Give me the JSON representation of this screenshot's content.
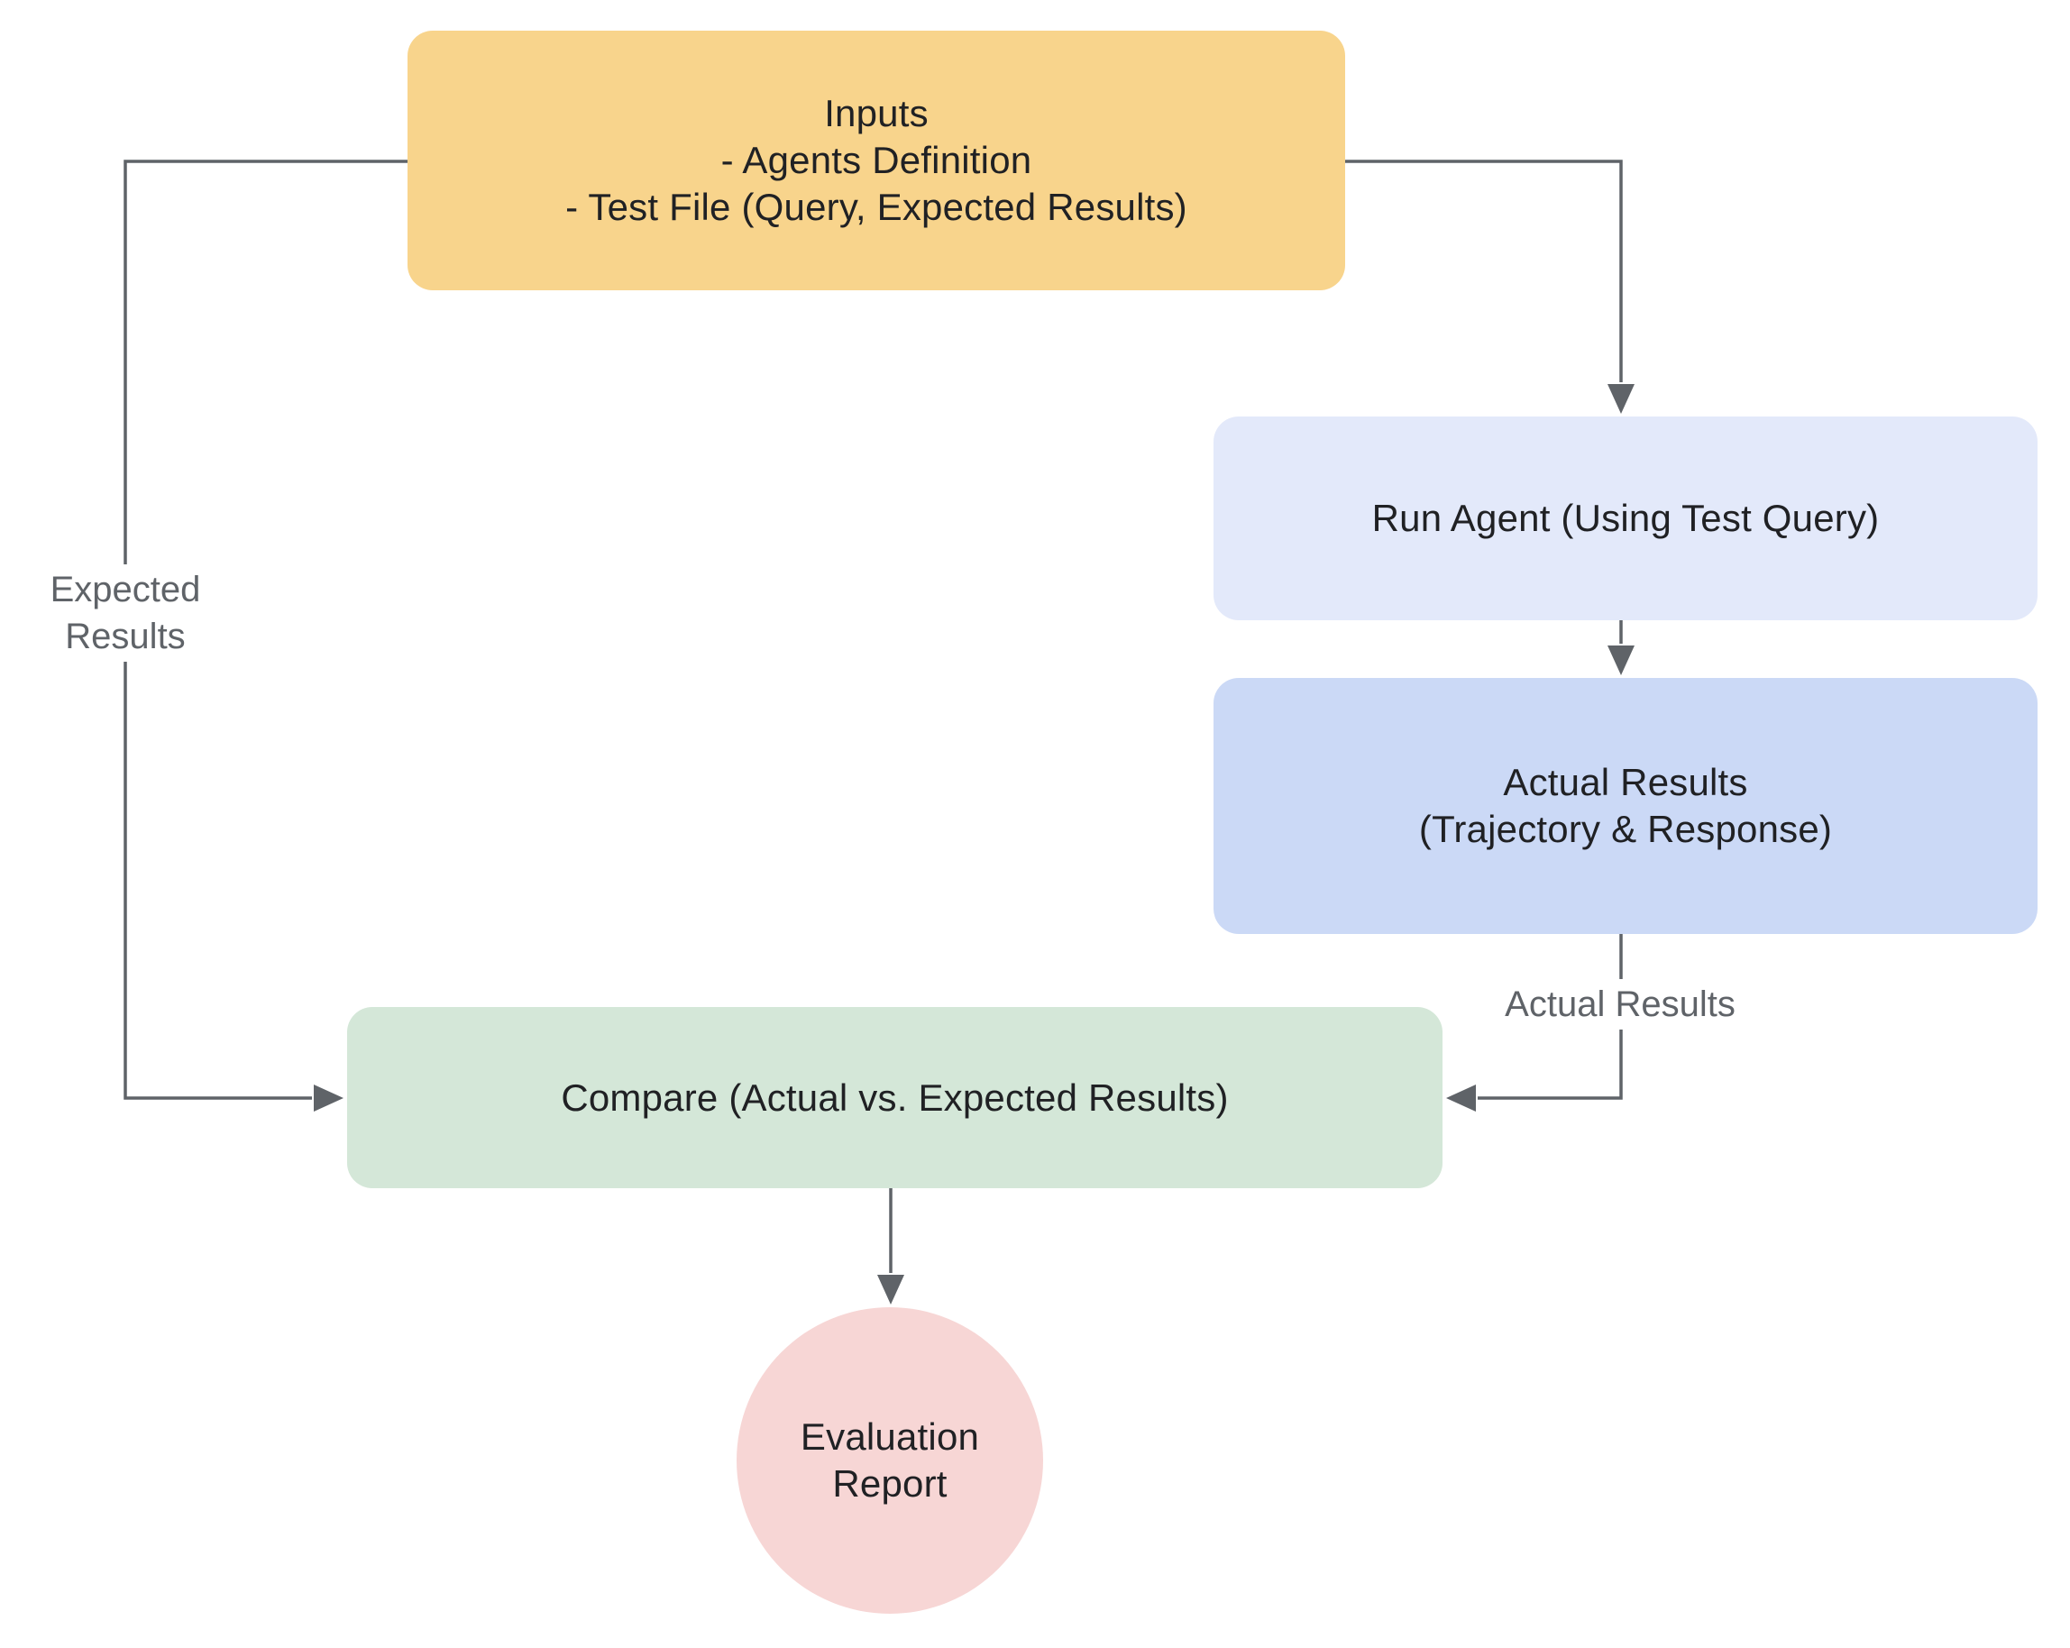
{
  "diagram": {
    "nodes": {
      "inputs": {
        "lines": [
          "Inputs",
          "- Agents Definition",
          "- Test File (Query, Expected Results)"
        ],
        "color": "#F8D48C"
      },
      "run_agent": {
        "label": "Run Agent (Using Test Query)",
        "color": "#E3E9FA"
      },
      "actual_results": {
        "lines": [
          "Actual Results",
          "(Trajectory & Response)"
        ],
        "color": "#CBD9F6"
      },
      "compare": {
        "label": "Compare (Actual vs. Expected Results)",
        "color": "#D4E7D8"
      },
      "evaluation_report": {
        "lines": [
          "Evaluation",
          "Report"
        ],
        "color": "#F7D6D5"
      }
    },
    "edge_labels": {
      "expected_results": {
        "lines": [
          "Expected",
          "Results"
        ]
      },
      "actual_results": {
        "label": "Actual Results"
      }
    },
    "colors": {
      "line": "#5F6368",
      "node_text": "#202124",
      "edge_label_text": "#5F6368"
    }
  }
}
